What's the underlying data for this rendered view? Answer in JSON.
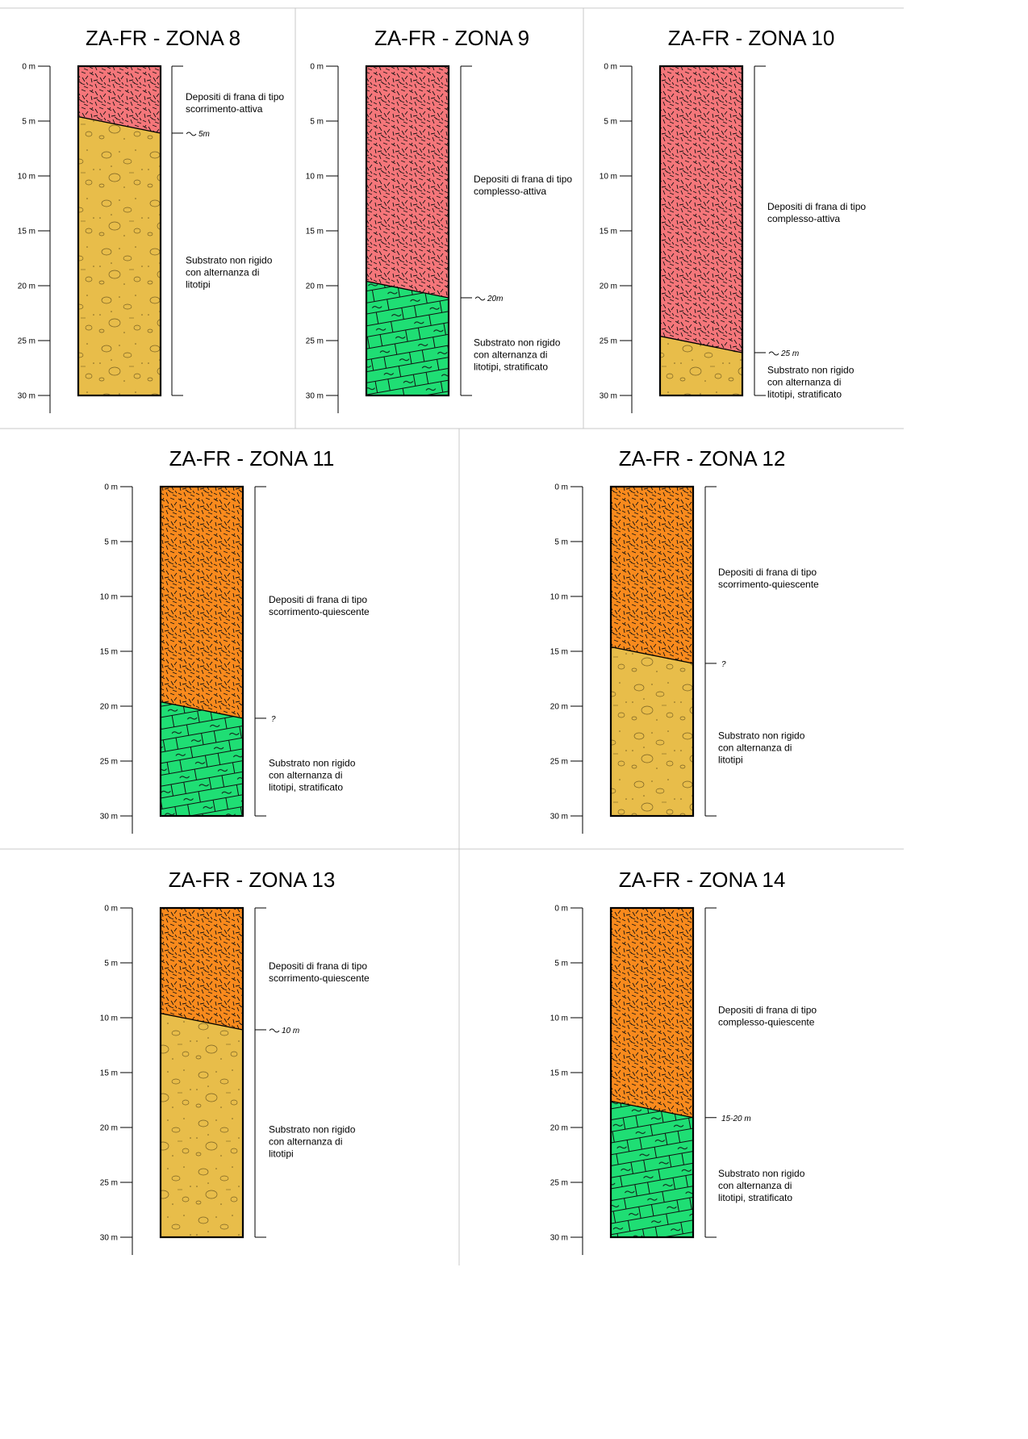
{
  "colors": {
    "frana_attiva": "#f5767a",
    "frana_quiescente": "#f98a1d",
    "substrato_litotipi": "#e8bd4a",
    "substrato_stratificato": "#1fde74",
    "grid": "#c8c8c8"
  },
  "depth_axis": {
    "max_m": 30,
    "ticks": [
      {
        "value": 0,
        "label": "0 m"
      },
      {
        "value": 5,
        "label": "5 m"
      },
      {
        "value": 10,
        "label": "10 m"
      },
      {
        "value": 15,
        "label": "15 m"
      },
      {
        "value": 20,
        "label": "20 m"
      },
      {
        "value": 25,
        "label": "25 m"
      },
      {
        "value": 30,
        "label": "30 m"
      }
    ]
  },
  "columns": [
    {
      "id": "zona-8",
      "title": "ZA-FR - ZONA 8",
      "boundary_label": "5m",
      "boundary_marker": "approx",
      "boundary_depth_m": [
        4.6,
        6.1
      ],
      "upper": {
        "fill": "frana_attiva",
        "text": [
          "Depositi di frana di tipo",
          "scorrimento-attiva"
        ]
      },
      "lower": {
        "fill": "substrato_litotipi",
        "text": [
          "Substrato non rigido",
          "con alternanza di",
          "litotipi"
        ]
      }
    },
    {
      "id": "zona-9",
      "title": "ZA-FR - ZONA 9",
      "boundary_label": "20m",
      "boundary_marker": "approx",
      "boundary_depth_m": [
        19.6,
        21.1
      ],
      "upper": {
        "fill": "frana_attiva",
        "text": [
          "Depositi di frana di tipo",
          "complesso-attiva"
        ]
      },
      "lower": {
        "fill": "substrato_stratificato",
        "text": [
          "Substrato non rigido",
          "con alternanza di",
          "litotipi, stratificato"
        ]
      }
    },
    {
      "id": "zona-10",
      "title": "ZA-FR - ZONA 10",
      "boundary_label": "25 m",
      "boundary_marker": "approx",
      "boundary_depth_m": [
        24.6,
        26.1
      ],
      "upper": {
        "fill": "frana_attiva",
        "text": [
          "Depositi di frana di tipo",
          "complesso-attiva"
        ]
      },
      "lower": {
        "fill": "substrato_litotipi",
        "text": [
          "Substrato non rigido",
          "con alternanza di",
          "litotipi, stratificato"
        ]
      }
    },
    {
      "id": "zona-11",
      "title": "ZA-FR - ZONA 11",
      "boundary_label": "?",
      "boundary_marker": "none",
      "boundary_depth_m": [
        19.6,
        21.1
      ],
      "upper": {
        "fill": "frana_quiescente",
        "text": [
          "Depositi di frana di tipo",
          "scorrimento-quiescente"
        ]
      },
      "lower": {
        "fill": "substrato_stratificato",
        "text": [
          "Substrato non rigido",
          "con alternanza di",
          "litotipi, stratificato"
        ]
      }
    },
    {
      "id": "zona-12",
      "title": "ZA-FR - ZONA 12",
      "boundary_label": "?",
      "boundary_marker": "none",
      "boundary_depth_m": [
        14.6,
        16.1
      ],
      "upper": {
        "fill": "frana_quiescente",
        "text": [
          "Depositi di frana di tipo",
          "scorrimento-quiescente"
        ]
      },
      "lower": {
        "fill": "substrato_litotipi",
        "text": [
          "Substrato non rigido",
          "con alternanza di",
          "litotipi"
        ]
      }
    },
    {
      "id": "zona-13",
      "title": "ZA-FR - ZONA 13",
      "boundary_label": "10 m",
      "boundary_marker": "approx",
      "boundary_depth_m": [
        9.6,
        11.1
      ],
      "upper": {
        "fill": "frana_quiescente",
        "text": [
          "Depositi di frana di tipo",
          "scorrimento-quiescente"
        ]
      },
      "lower": {
        "fill": "substrato_litotipi",
        "text": [
          "Substrato non rigido",
          "con alternanza di",
          "litotipi"
        ]
      }
    },
    {
      "id": "zona-14",
      "title": "ZA-FR - ZONA 14",
      "boundary_label": "15-20 m",
      "boundary_marker": "none",
      "boundary_depth_m": [
        17.6,
        19.1
      ],
      "upper": {
        "fill": "frana_quiescente",
        "text": [
          "Depositi di frana di tipo",
          "complesso-quiescente"
        ]
      },
      "lower": {
        "fill": "substrato_stratificato",
        "text": [
          "Substrato non rigido",
          "con alternanza di",
          "litotipi, stratificato"
        ]
      }
    }
  ]
}
